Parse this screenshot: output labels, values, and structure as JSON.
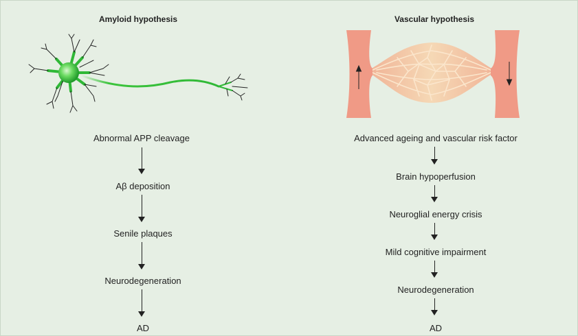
{
  "amyloid": {
    "title": "Amyloid hypothesis",
    "steps": [
      "Abnormal APP cleavage",
      "Aβ deposition",
      "Senile plaques",
      "Neurodegeneration",
      "AD"
    ],
    "illustration_icon": "neuron-icon",
    "colors": {
      "neuron": "#3cc43c",
      "neuron_dark": "#1f9a2a",
      "dendrite": "#222222"
    }
  },
  "vascular": {
    "title": "Vascular hypothesis",
    "steps": [
      "Advanced ageing and vascular risk factor",
      "Brain hypoperfusion",
      "Neuroglial energy crisis",
      "Mild cognitive impairment",
      "Neurodegeneration",
      "AD"
    ],
    "illustration_icon": "capillary-network-icon",
    "colors": {
      "vessel": "#f09a86",
      "capillary": "#f6c79e"
    }
  },
  "colors": {
    "background": "#e6efe4",
    "text": "#222222"
  }
}
